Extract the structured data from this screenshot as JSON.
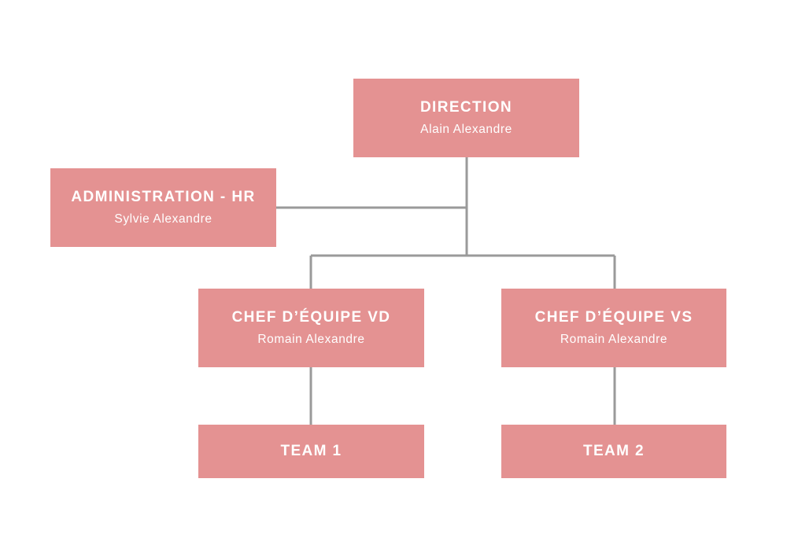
{
  "colors": {
    "box": "#e49292",
    "text": "#ffffff",
    "connector": "#9a9a9a"
  },
  "direction": {
    "title": "DIRECTION",
    "name": "Alain Alexandre"
  },
  "administration": {
    "title": "ADMINISTRATION - HR",
    "name": "Sylvie Alexandre"
  },
  "chef_vd": {
    "title": "CHEF D’ÉQUIPE VD",
    "name": "Romain Alexandre"
  },
  "chef_vs": {
    "title": "CHEF D’ÉQUIPE VS",
    "name": "Romain Alexandre"
  },
  "team1": {
    "title": "TEAM 1"
  },
  "team2": {
    "title": "TEAM 2"
  }
}
